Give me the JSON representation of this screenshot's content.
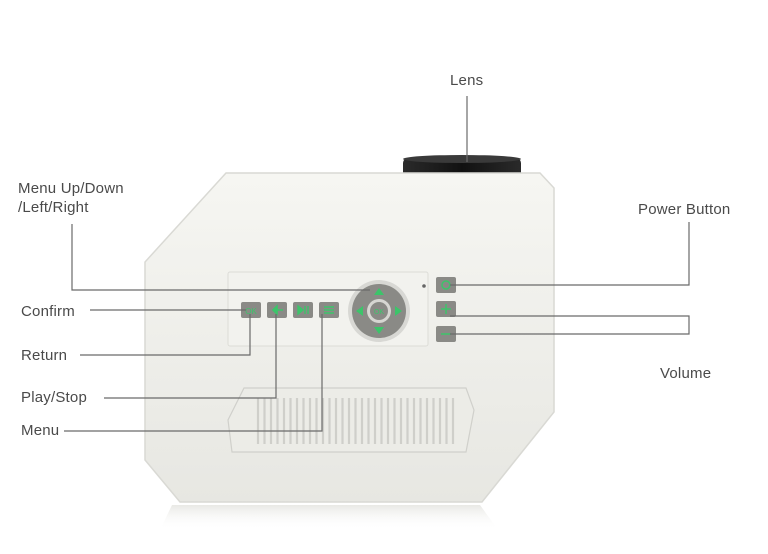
{
  "labels": {
    "lens": "Lens",
    "menu_nav": "Menu Up/Down\n/Left/Right",
    "power": "Power Button",
    "confirm": "Confirm",
    "return": "Return",
    "play_stop": "Play/Stop",
    "menu": "Menu",
    "volume": "Volume"
  },
  "colors": {
    "body": "#efefea",
    "button": "#8a8a86",
    "button_glyph": "#3cc46a",
    "line": "#6a6a6a",
    "lens": "#141414"
  },
  "icons": {
    "confirm": "ok-icon",
    "return": "return-icon",
    "play_stop": "play-pause-icon",
    "menu": "menu-icon",
    "dpad": "direction-pad-icon",
    "power": "power-icon",
    "volume_up": "plus-icon",
    "volume_down": "minus-icon"
  }
}
